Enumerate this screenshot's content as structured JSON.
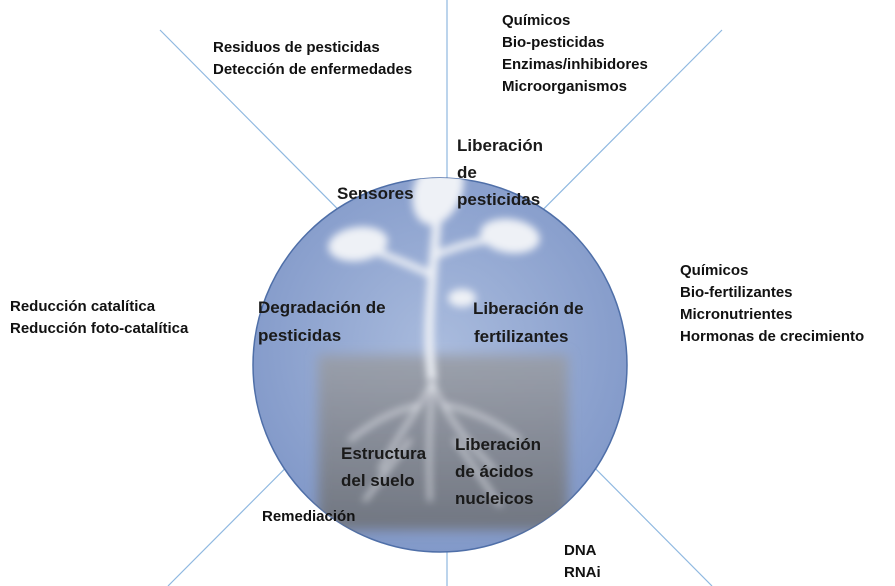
{
  "segments": [
    {
      "id": "sensores",
      "lines": [
        "Sensores"
      ]
    },
    {
      "id": "liberacion-pesticidas",
      "lines": [
        "Liberación",
        "de",
        "pesticidas"
      ]
    },
    {
      "id": "degradacion-pesticidas",
      "lines": [
        "Degradación de",
        "pesticidas"
      ]
    },
    {
      "id": "liberacion-fertilizantes",
      "lines": [
        "Liberación de",
        "fertilizantes"
      ]
    },
    {
      "id": "estructura-suelo",
      "lines": [
        "Estructura",
        "del suelo"
      ]
    },
    {
      "id": "liberacion-acidos",
      "lines": [
        "Liberación",
        "de ácidos",
        "nucleicos"
      ]
    }
  ],
  "outer": {
    "sensores": [
      "Residuos de pesticidas",
      "Detección de enfermedades"
    ],
    "pesticidas": [
      "Químicos",
      "Bio-pesticidas",
      "Enzimas/inhibidores",
      "Microorganismos"
    ],
    "fertilizantes": [
      "Químicos",
      "Bio-fertilizantes",
      "Micronutrientes",
      "Hormonas de crecimiento"
    ],
    "degradacion": [
      "Reducción catalítica",
      "Reducción foto-catalítica"
    ],
    "suelo": [
      "Remediación"
    ],
    "acidos": [
      "DNA",
      "RNAi"
    ]
  },
  "colors": {
    "circle_fill": "#8ea4cf",
    "circle_stroke": "#4f6fa8",
    "divider": "#8fb8e0",
    "plant": "#eef1f6",
    "soil": "#7f828a"
  }
}
